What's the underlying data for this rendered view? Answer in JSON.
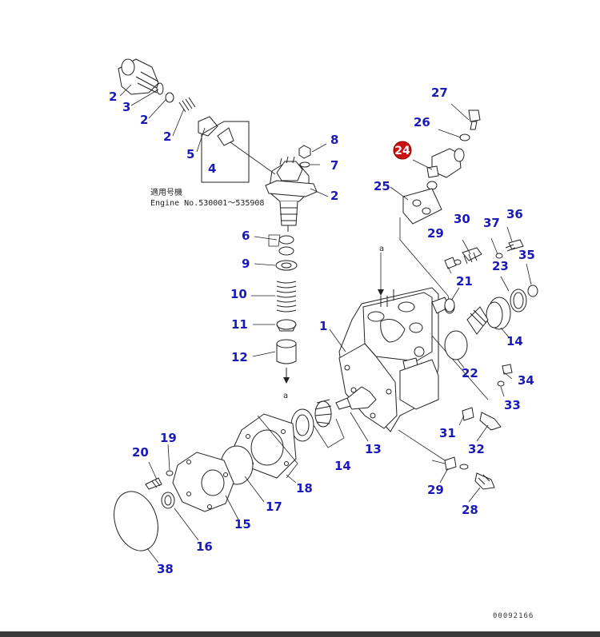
{
  "note": {
    "line1": "適用号機",
    "line2": "Engine No.530001～535908"
  },
  "drawing_code": "00092166",
  "highlight": {
    "label": "24",
    "color": "#cc1111"
  },
  "callout_color": "#1a1ab8",
  "callouts": {
    "c1": "1",
    "c2a": "2",
    "c2b": "2",
    "c2c": "2",
    "c2d": "2",
    "c3": "3",
    "c4": "4",
    "c5": "5",
    "c6": "6",
    "c7": "7",
    "c8": "8",
    "c9": "9",
    "c10": "10",
    "c11": "11",
    "c12": "12",
    "c13": "13",
    "c14a": "14",
    "c14b": "14",
    "c15": "15",
    "c16": "16",
    "c17": "17",
    "c18": "18",
    "c19": "19",
    "c20": "20",
    "c21": "21",
    "c22": "22",
    "c23": "23",
    "c25": "25",
    "c26": "26",
    "c27": "27",
    "c28": "28",
    "c29a": "29",
    "c29b": "29",
    "c30": "30",
    "c31": "31",
    "c32": "32",
    "c33": "33",
    "c34": "34",
    "c35": "35",
    "c36": "36",
    "c37": "37",
    "c38": "38",
    "ref_a_top": "a",
    "ref_a_bottom": "a"
  }
}
